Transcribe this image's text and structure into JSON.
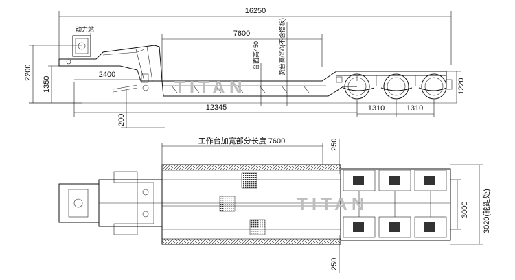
{
  "watermark": "TITAN",
  "side_view": {
    "overall_length": "16250",
    "deck_length": "7600",
    "gooseneck_length": "2400",
    "wheelbase_front": "12345",
    "axle_spacing_1": "1310",
    "axle_spacing_2": "1310",
    "height_total": "2200",
    "height_fifth_wheel": "1350",
    "rear_height": "1220",
    "ground_clearance": "200",
    "power_station_label": "动力站",
    "deck_height_label": "台面高450",
    "bed_height_label": "货台高650(不含搭板)"
  },
  "top_view": {
    "platform_label": "工作台加宽部分长度 7600",
    "top_margin": "250",
    "bottom_margin": "250",
    "width": "3000",
    "width_outer": "3020(轮距处)"
  },
  "colors": {
    "line": "#111111",
    "watermark": "#bdbdbd",
    "background": "#ffffff"
  }
}
